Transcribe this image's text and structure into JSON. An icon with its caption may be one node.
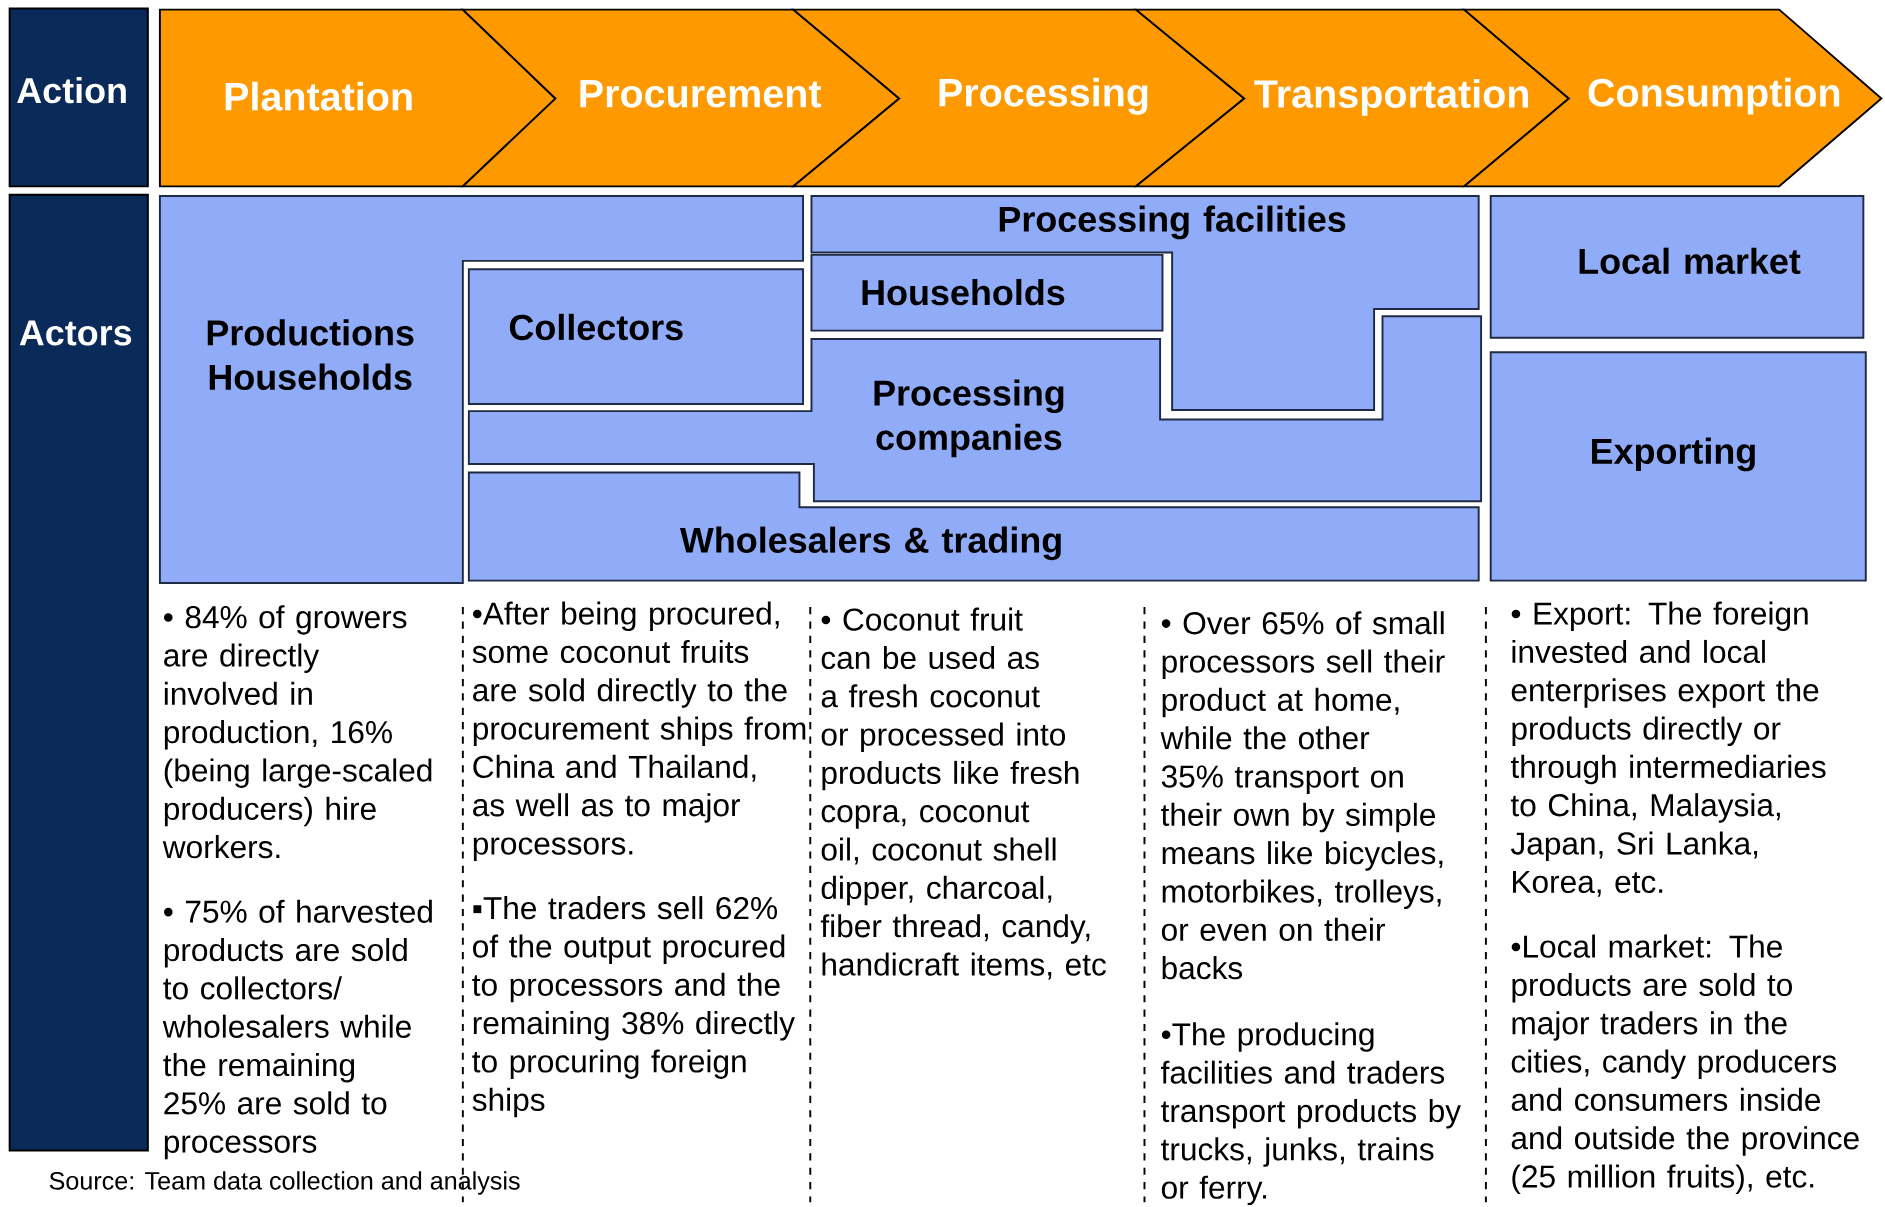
{
  "diagram": {
    "nodes": [
      {
        "text": [
          "Action"
        ]
      },
      {
        "text": [
          "Plantation"
        ]
      },
      {
        "text": [
          "Procurement"
        ]
      },
      {
        "text": [
          "Processing"
        ]
      },
      {
        "text": [
          "Transportation"
        ]
      },
      {
        "text": [
          "Consumption"
        ]
      },
      {
        "text": [
          "Actors"
        ]
      },
      {
        "text": [
          "Productions Households"
        ]
      },
      {
        "text": [
          "Processing facilities"
        ]
      },
      {
        "text": [
          "Households"
        ]
      },
      {
        "text": [
          "Collectors"
        ]
      },
      {
        "text": [
          "Processing companies"
        ]
      },
      {
        "text": [
          "Wholesalers & trading"
        ]
      },
      {
        "text": [
          "Local market"
        ]
      },
      {
        "text": [
          "Exporting"
        ]
      }
    ],
    "labels": [
      "• 84% of growers are directly involved in production, 16% (being large-scaled producers) hire workers.",
      "• 75% of harvested products are sold to collectors/ wholesalers while the remaining 25% are sold to processors",
      "•After being procured, some coconut fruits are sold directly to the procurement ships from China and Thailand, as well as to major processors.",
      "▪The traders sell 62% of the output procured to processors and the remaining 38% directly to procuring foreign ships",
      "• Coconut fruit can be used as a fresh coconut or processed into products like fresh copra, coconut oil, coconut shell dipper, charcoal, fiber thread, candy, handicraft items, etc",
      "• Over 65% of small processors sell their product at home, while the other 35% transport on their own by simple means like bicycles, motorbikes, trolleys, or even on their backs",
      "•The producing facilities and traders transport products by trucks, junks, trains or ferry.",
      "• Export: The foreign invested and local enterprises export the products directly or through intermediaries to China, Malaysia, Japan, Sri Lanka, Korea, etc.",
      "•Local market: The products are sold to major traders in the cities, candy producers and consumers inside and outside the province (25 million  fruits), etc."
    ],
    "caption": "Source: Team data collection and analysis"
  }
}
